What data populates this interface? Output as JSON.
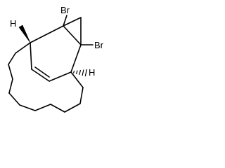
{
  "molecule": {
    "atoms": {
      "br_top": "Br",
      "br_right": "Br",
      "h_left": "H",
      "h_right": "H"
    }
  }
}
